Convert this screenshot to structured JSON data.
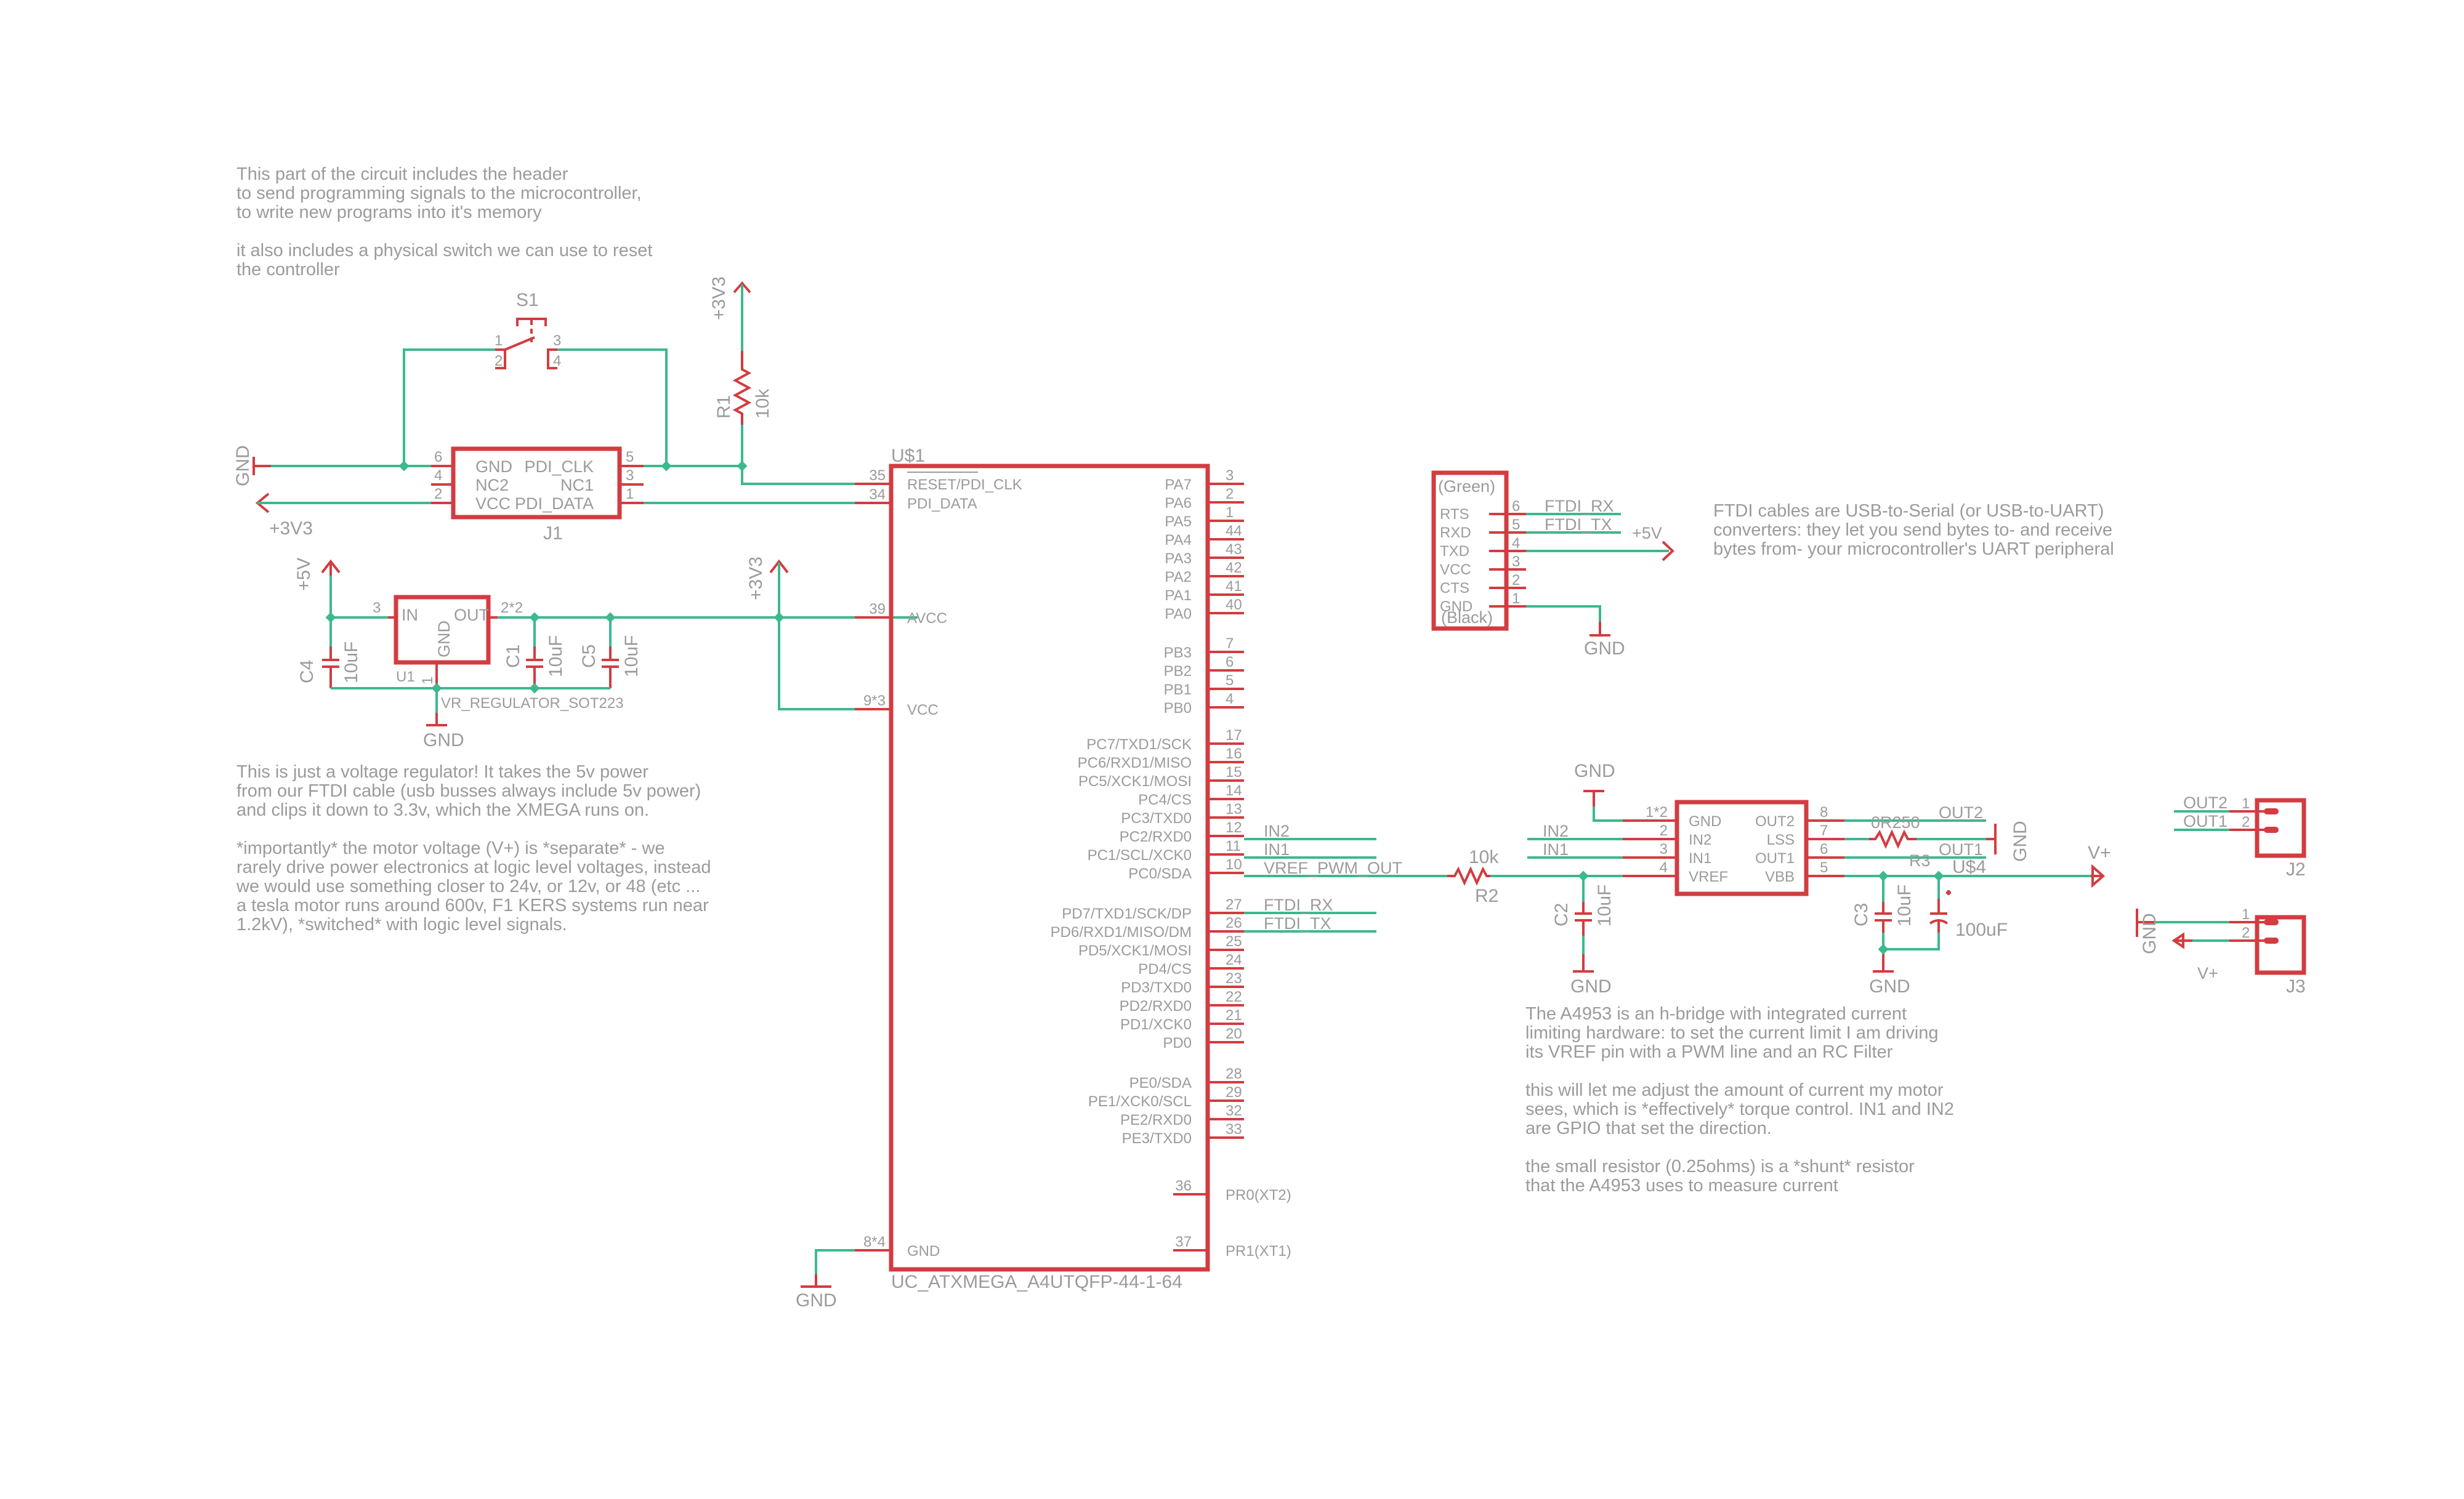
{
  "notes": {
    "programming": [
      "This part of the circuit includes the header",
      "to send programming signals to the microcontroller,",
      "to write new programs into it's memory",
      "",
      "it also includes a physical switch we can use to reset",
      "the controller"
    ],
    "regulator": [
      "This is just a voltage regulator! It takes the 5v power",
      "from our FTDI cable (usb busses always include 5v power)",
      "and clips it down to 3.3v, which the XMEGA runs on.",
      "",
      "*importantly* the motor voltage (V+) is *separate* - we",
      "rarely drive power electronics at logic level voltages, instead",
      "we would use something closer to 24v, or 12v, or 48 (etc ...",
      "a tesla motor runs around 600v, F1 KERS systems run near",
      "1.2kV), *switched* with logic level signals."
    ],
    "ftdi": [
      "FTDI cables are USB-to-Serial (or USB-to-UART)",
      "converters: they let you send bytes to- and receive",
      "bytes from- your microcontroller's UART peripheral"
    ],
    "hbridge": [
      "The A4953 is an h-bridge with integrated current",
      "limiting hardware: to set the current limit I am driving",
      "its VREF pin with a PWM line and an RC Filter",
      "",
      "this will let me adjust the amount of current my motor",
      "sees, which is *effectively* torque control. IN1 and IN2",
      "are GPIO that set the direction.",
      "",
      "the small resistor (0.25ohms) is a *shunt* resistor",
      "that the A4953 uses to measure current"
    ]
  },
  "power": {
    "gnd": "GND",
    "v3": "+3V3",
    "v5": "+5V",
    "vplus": "V+"
  },
  "s1": {
    "name": "S1",
    "pins": [
      "1",
      "2",
      "3",
      "4"
    ]
  },
  "r1": {
    "name": "R1",
    "value": "10k"
  },
  "j1": {
    "name": "J1",
    "left": [
      {
        "pin": "6",
        "label": "GND"
      },
      {
        "pin": "4",
        "label": "NC2"
      },
      {
        "pin": "2",
        "label": "VCC"
      }
    ],
    "right": [
      {
        "pin": "5",
        "label": "PDI_CLK"
      },
      {
        "pin": "3",
        "label": "NC1"
      },
      {
        "pin": "1",
        "label": "PDI_DATA"
      }
    ]
  },
  "u1": {
    "name": "U1",
    "value": "VR_REGULATOR_SOT223",
    "in": "IN",
    "out": "OUT",
    "gnd": "GND",
    "pin_in": "3",
    "pin_out": "2*2",
    "pin_gnd": "1"
  },
  "caps": {
    "c4": {
      "name": "C4",
      "value": "10uF"
    },
    "c1": {
      "name": "C1",
      "value": "10uF"
    },
    "c5": {
      "name": "C5",
      "value": "10uF"
    },
    "c2": {
      "name": "C2",
      "value": "10uF"
    },
    "c3": {
      "name": "C3",
      "value": "10uF"
    },
    "cbulk": {
      "value": "100uF"
    }
  },
  "mcu": {
    "name": "U$1",
    "value": "UC_ATXMEGA_A4UTQFP-44-1-64",
    "left": [
      {
        "pin": "35",
        "label": "RESET/PDI_CLK"
      },
      {
        "pin": "34",
        "label": "PDI_DATA"
      },
      {
        "pin": "39",
        "label": "AVCC"
      },
      {
        "pin": "9*3",
        "label": "VCC"
      },
      {
        "pin": "8*4",
        "label": "GND"
      }
    ],
    "right": [
      {
        "pin": "3",
        "label": "PA7"
      },
      {
        "pin": "2",
        "label": "PA6"
      },
      {
        "pin": "1",
        "label": "PA5"
      },
      {
        "pin": "44",
        "label": "PA4"
      },
      {
        "pin": "43",
        "label": "PA3"
      },
      {
        "pin": "42",
        "label": "PA2"
      },
      {
        "pin": "41",
        "label": "PA1"
      },
      {
        "pin": "40",
        "label": "PA0"
      },
      {
        "pin": "7",
        "label": "PB3"
      },
      {
        "pin": "6",
        "label": "PB2"
      },
      {
        "pin": "5",
        "label": "PB1"
      },
      {
        "pin": "4",
        "label": "PB0"
      },
      {
        "pin": "17",
        "label": "PC7/TXD1/SCK"
      },
      {
        "pin": "16",
        "label": "PC6/RXD1/MISO"
      },
      {
        "pin": "15",
        "label": "PC5/XCK1/MOSI"
      },
      {
        "pin": "14",
        "label": "PC4/CS"
      },
      {
        "pin": "13",
        "label": "PC3/TXD0"
      },
      {
        "pin": "12",
        "label": "PC2/RXD0"
      },
      {
        "pin": "11",
        "label": "PC1/SCL/XCK0"
      },
      {
        "pin": "10",
        "label": "PC0/SDA"
      },
      {
        "pin": "27",
        "label": "PD7/TXD1/SCK/DP"
      },
      {
        "pin": "26",
        "label": "PD6/RXD1/MISO/DM"
      },
      {
        "pin": "25",
        "label": "PD5/XCK1/MOSI"
      },
      {
        "pin": "24",
        "label": "PD4/CS"
      },
      {
        "pin": "23",
        "label": "PD3/TXD0"
      },
      {
        "pin": "22",
        "label": "PD2/RXD0"
      },
      {
        "pin": "21",
        "label": "PD1/XCK0"
      },
      {
        "pin": "20",
        "label": "PD0"
      },
      {
        "pin": "28",
        "label": "PE0/SDA"
      },
      {
        "pin": "29",
        "label": "PE1/XCK0/SCL"
      },
      {
        "pin": "32",
        "label": "PE2/RXD0"
      },
      {
        "pin": "33",
        "label": "PE3/TXD0"
      }
    ],
    "right_outer": [
      {
        "pin": "36",
        "label": "PR0(XT2)"
      },
      {
        "pin": "37",
        "label": "PR1(XT1)"
      }
    ]
  },
  "nets": {
    "in2": "IN2",
    "in1": "IN1",
    "vref": "VREF_PWM_OUT",
    "ftdi_rx": "FTDI_RX",
    "ftdi_tx": "FTDI_TX",
    "out2": "OUT2",
    "out1": "OUT1"
  },
  "ftdi_header": {
    "top": "(Green)",
    "bottom": "(Black)",
    "pins": [
      {
        "pin": "6",
        "label": "RTS"
      },
      {
        "pin": "5",
        "label": "RXD"
      },
      {
        "pin": "4",
        "label": "TXD"
      },
      {
        "pin": "3",
        "label": "VCC"
      },
      {
        "pin": "2",
        "label": "CTS"
      },
      {
        "pin": "1",
        "label": "GND"
      }
    ]
  },
  "r2": {
    "name": "R2",
    "value": "10k"
  },
  "r3": {
    "name": "R3",
    "value": "0R250"
  },
  "hbridge": {
    "name": "U$4",
    "left": [
      {
        "pin": "1*2",
        "label": "GND"
      },
      {
        "pin": "2",
        "label": "IN2"
      },
      {
        "pin": "3",
        "label": "IN1"
      },
      {
        "pin": "4",
        "label": "VREF"
      }
    ],
    "right": [
      {
        "pin": "8",
        "label": "OUT2"
      },
      {
        "pin": "7",
        "label": "LSS"
      },
      {
        "pin": "6",
        "label": "OUT1"
      },
      {
        "pin": "5",
        "label": "VBB"
      }
    ]
  },
  "j2": {
    "name": "J2",
    "pins": [
      "1",
      "2"
    ]
  },
  "j3": {
    "name": "J3",
    "pins": [
      "1",
      "2"
    ]
  },
  "colors": {
    "wire": "#3cb98e",
    "part": "#d33c40",
    "text": "#9b9b9b",
    "background": "#ffffff"
  }
}
